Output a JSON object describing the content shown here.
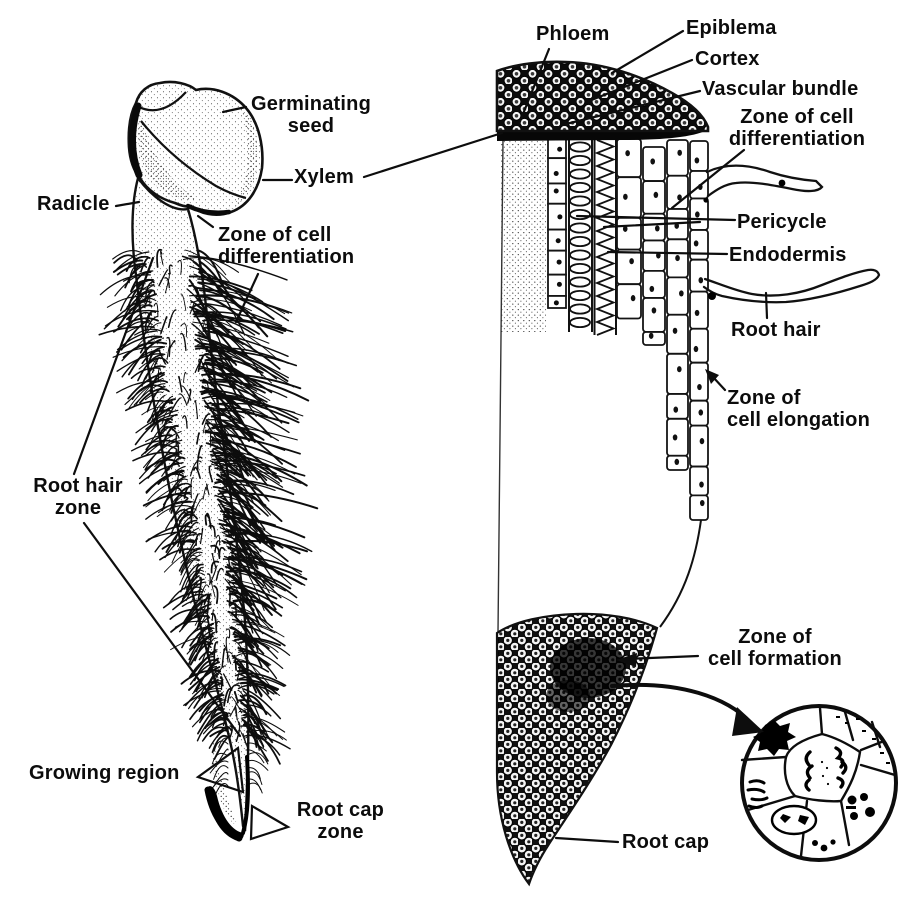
{
  "diagram": {
    "colors": {
      "ink": "#111111",
      "paper": "#ffffff"
    },
    "labels": {
      "phloem": "Phloem",
      "epiblema": "Epiblema",
      "cortex": "Cortex",
      "vascular_bundle": "Vascular bundle",
      "zone_of_cell_differentiation_right": {
        "line1": "Zone of cell",
        "line2": "differentiation"
      },
      "pericycle": "Pericycle",
      "endodermis": "Endodermis",
      "root_hair": "Root hair",
      "zone_of_cell_elongation": {
        "line1": "Zone of",
        "line2": "cell elongation"
      },
      "zone_of_cell_formation": {
        "line1": "Zone of",
        "line2": "cell formation"
      },
      "root_cap": "Root cap",
      "germinating_seed": {
        "line1": "Germinating",
        "line2": "seed"
      },
      "xylem": "Xylem",
      "radicle": "Radicle",
      "zone_of_cell_differentiation_left": {
        "line1": "Zone of cell",
        "line2": "differentiation"
      },
      "root_hair_zone": {
        "line1": "Root hair",
        "line2": "zone"
      },
      "growing_region": "Growing region",
      "root_cap_zone": {
        "line1": "Root cap",
        "line2": "zone"
      }
    }
  }
}
